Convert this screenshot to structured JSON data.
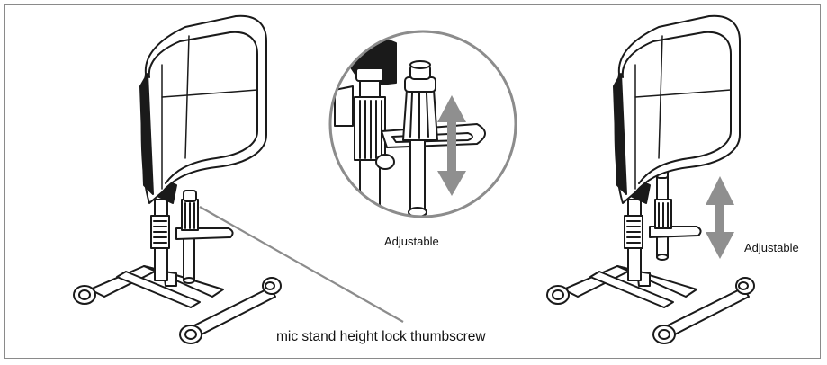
{
  "labels": {
    "adjustable_center": "Adjustable",
    "adjustable_right": "Adjustable",
    "thumbscrew_callout": "mic stand height lock thumbscrew"
  },
  "colors": {
    "frame": "#8a8a8a",
    "line_art": "#1a1a1a",
    "callout": "#8c8c8c",
    "arrow": "#8f8f8f"
  }
}
